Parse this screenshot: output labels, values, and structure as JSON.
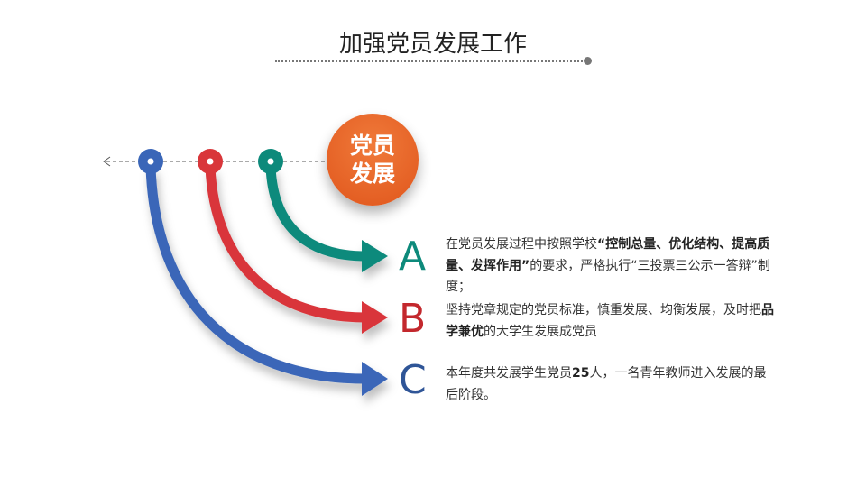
{
  "title": "加强党员发展工作",
  "badge": "党员发展",
  "colors": {
    "a": "#0d8a7b",
    "b": "#d9363a",
    "c": "#3a66b8",
    "badge": "#e55d22"
  },
  "items": [
    {
      "letter": "A",
      "parts": [
        {
          "t": "在党员发展过程中按照学校",
          "b": false
        },
        {
          "t": "“控制总量、优化结构、提高质量、发挥作用”",
          "b": true
        },
        {
          "t": "的要求，严格执行“三投票三公示一答辩”制度；",
          "b": false
        }
      ]
    },
    {
      "letter": "B",
      "parts": [
        {
          "t": "坚持党章规定的党员标准，慎重发展、均衡发展，及时把",
          "b": false
        },
        {
          "t": "品学兼优",
          "b": true
        },
        {
          "t": "的大学生发展成党员",
          "b": false
        }
      ]
    },
    {
      "letter": "C",
      "parts": [
        {
          "t": "本年度共发展学生党员",
          "b": false
        },
        {
          "t": "25",
          "b": true
        },
        {
          "t": "人，一名青年教师进入发展的最后阶段。",
          "b": false
        }
      ]
    }
  ]
}
